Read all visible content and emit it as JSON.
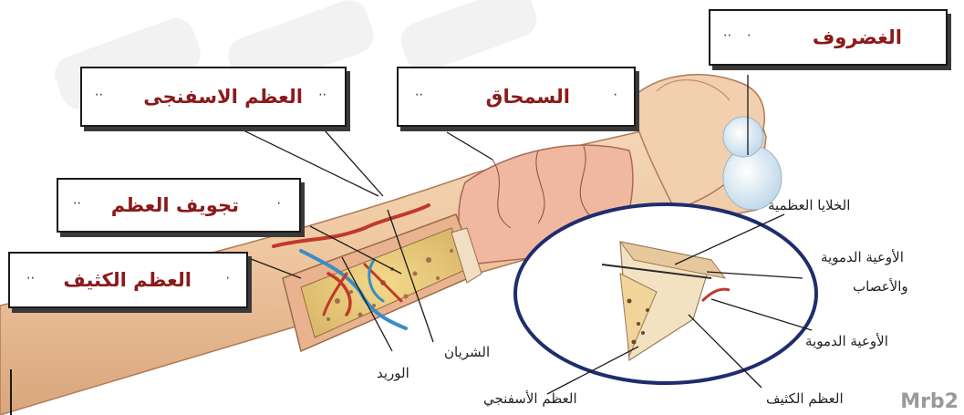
{
  "boxes": {
    "cartilage": {
      "label": "الغضروف",
      "left_marks": "··",
      "right_marks": "·"
    },
    "spongy_bone": {
      "label": "العظم الاسفنجى",
      "left_marks": "··",
      "right_marks": "··"
    },
    "periosteum": {
      "label": "السمحاق",
      "left_marks": "··",
      "right_marks": "·"
    },
    "bone_cavity": {
      "label": "تجويف العظم",
      "left_marks": "··",
      "right_marks": "·"
    },
    "compact_bone": {
      "label": "العظم الكثيف",
      "left_marks": "··",
      "right_marks": "·"
    }
  },
  "labels": {
    "bone_cells": "الخلايا العظمية",
    "blood_vessels_nerves_1": "الأوعية الدموية",
    "blood_vessels_nerves_2": "والأعصاب",
    "blood_vessels": "الأوعية الدموية",
    "compact_bone": "العظم الكثيف",
    "spongy_bone": "العظم الأسفنجي",
    "artery": "الشريان",
    "vein": "الوريد"
  },
  "watermark": "Mrb2",
  "colors": {
    "label_red": "#8b1a1a",
    "bone": "#f0c9a5",
    "circle": "#1f2d6e",
    "artery": "#c0392b",
    "vein": "#3a8dc5"
  }
}
